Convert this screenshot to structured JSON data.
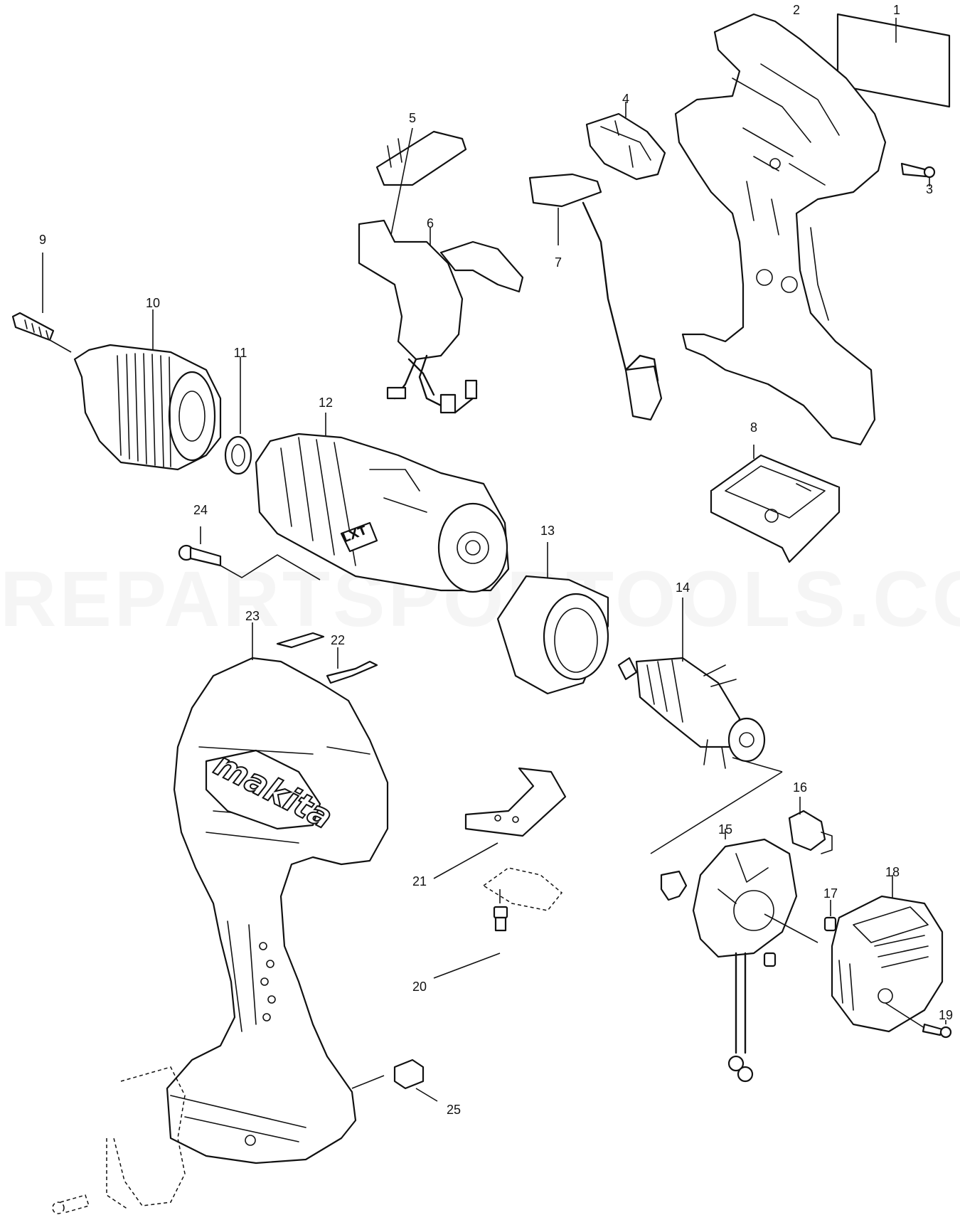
{
  "watermark": "REPARTSPORTOOLS.COM",
  "tool_logo": "makita",
  "motor_badge": "LXT",
  "parts": [
    {
      "num": "1"
    },
    {
      "num": "2"
    },
    {
      "num": "3"
    },
    {
      "num": "4"
    },
    {
      "num": "5"
    },
    {
      "num": "6"
    },
    {
      "num": "7"
    },
    {
      "num": "8"
    },
    {
      "num": "9"
    },
    {
      "num": "10"
    },
    {
      "num": "11"
    },
    {
      "num": "12"
    },
    {
      "num": "13"
    },
    {
      "num": "14"
    },
    {
      "num": "15"
    },
    {
      "num": "16"
    },
    {
      "num": "17"
    },
    {
      "num": "18"
    },
    {
      "num": "19"
    },
    {
      "num": "20"
    },
    {
      "num": "21"
    },
    {
      "num": "22"
    },
    {
      "num": "23"
    },
    {
      "num": "24"
    },
    {
      "num": "25"
    }
  ]
}
